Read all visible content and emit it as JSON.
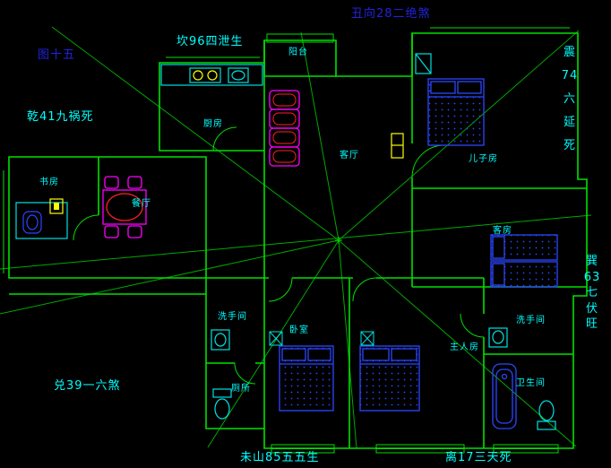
{
  "annotations": {
    "figure": "图十五",
    "chou": "丑向28二绝煞",
    "kan": "坎96四泄生",
    "qian": "乾41九祸死",
    "zhen": "震\n74\n六\n延\n死",
    "xun": "巽\n63\n七\n伏\n旺",
    "dui": "兑39一六煞",
    "wei": "未山85五五生",
    "li": "离17三天死"
  },
  "rooms": {
    "balcony": "阳台",
    "kitchen": "厨房",
    "living": "客厅",
    "study": "书房",
    "dining": "餐厅",
    "son": "儿子房",
    "guest": "客房",
    "washroom1": "洗手间",
    "bedroom": "卧室",
    "toilet": "厕所",
    "master": "主人房",
    "washroom2": "洗手间",
    "bathroom": "卫生间"
  },
  "colors": {
    "background": "#000000",
    "wall_green": "#00e000",
    "analysis_line_green": "#00a800",
    "fixture_cyan": "#00e0e0",
    "furniture_blue": "#2b46ff",
    "furniture_magenta": "#ff00ff",
    "accent_red": "#ff2020",
    "accent_yellow": "#ffff00",
    "label_cyan": "#00ffff",
    "label_blue": "#2222dd"
  }
}
